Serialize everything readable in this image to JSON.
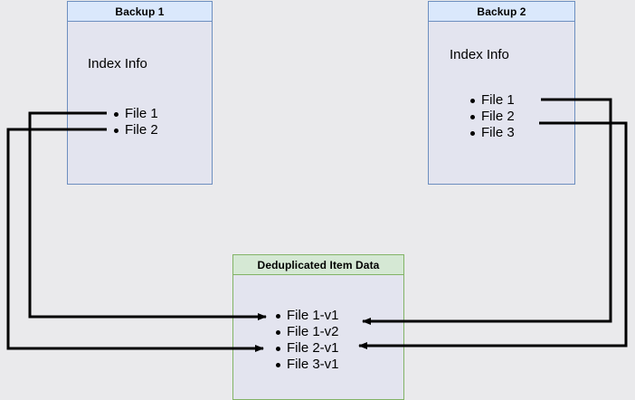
{
  "diagram": {
    "title": "Backup deduplication index diagram",
    "background_color": "#eaeaec",
    "connector_color": "#000000"
  },
  "backup1": {
    "header": "Backup 1",
    "index_label": "Index Info",
    "files": [
      {
        "label": "File 1"
      },
      {
        "label": "File 2"
      }
    ],
    "header_fill": "#dae8fc",
    "border_color": "#6c8ebf"
  },
  "backup2": {
    "header": "Backup 2",
    "index_label": "Index Info",
    "files": [
      {
        "label": "File 1"
      },
      {
        "label": "File 2"
      },
      {
        "label": "File 3"
      }
    ],
    "header_fill": "#dae8fc",
    "border_color": "#6c8ebf"
  },
  "dedup": {
    "header": "Deduplicated Item Data",
    "items": [
      {
        "label": "File 1-v1"
      },
      {
        "label": "File 1-v2"
      },
      {
        "label": "File 2-v1"
      },
      {
        "label": "File 3-v1"
      }
    ],
    "header_fill": "#d5e8d4",
    "border_color": "#82b366"
  },
  "connectors": [
    {
      "name": "backup1-file1-to-dedup-file1v1",
      "from": "Backup 1 / File 1",
      "to": "Deduplicated Item Data / File 1-v1"
    },
    {
      "name": "backup1-file2-to-dedup-file2v1",
      "from": "Backup 1 / File 2",
      "to": "Deduplicated Item Data / File 2-v1"
    },
    {
      "name": "backup2-file1-to-dedup-file1v2",
      "from": "Backup 2 / File 1",
      "to": "Deduplicated Item Data / File 1-v2"
    },
    {
      "name": "backup2-file2-to-dedup-file2v1",
      "from": "Backup 2 / File 2",
      "to": "Deduplicated Item Data / File 2-v1"
    }
  ]
}
